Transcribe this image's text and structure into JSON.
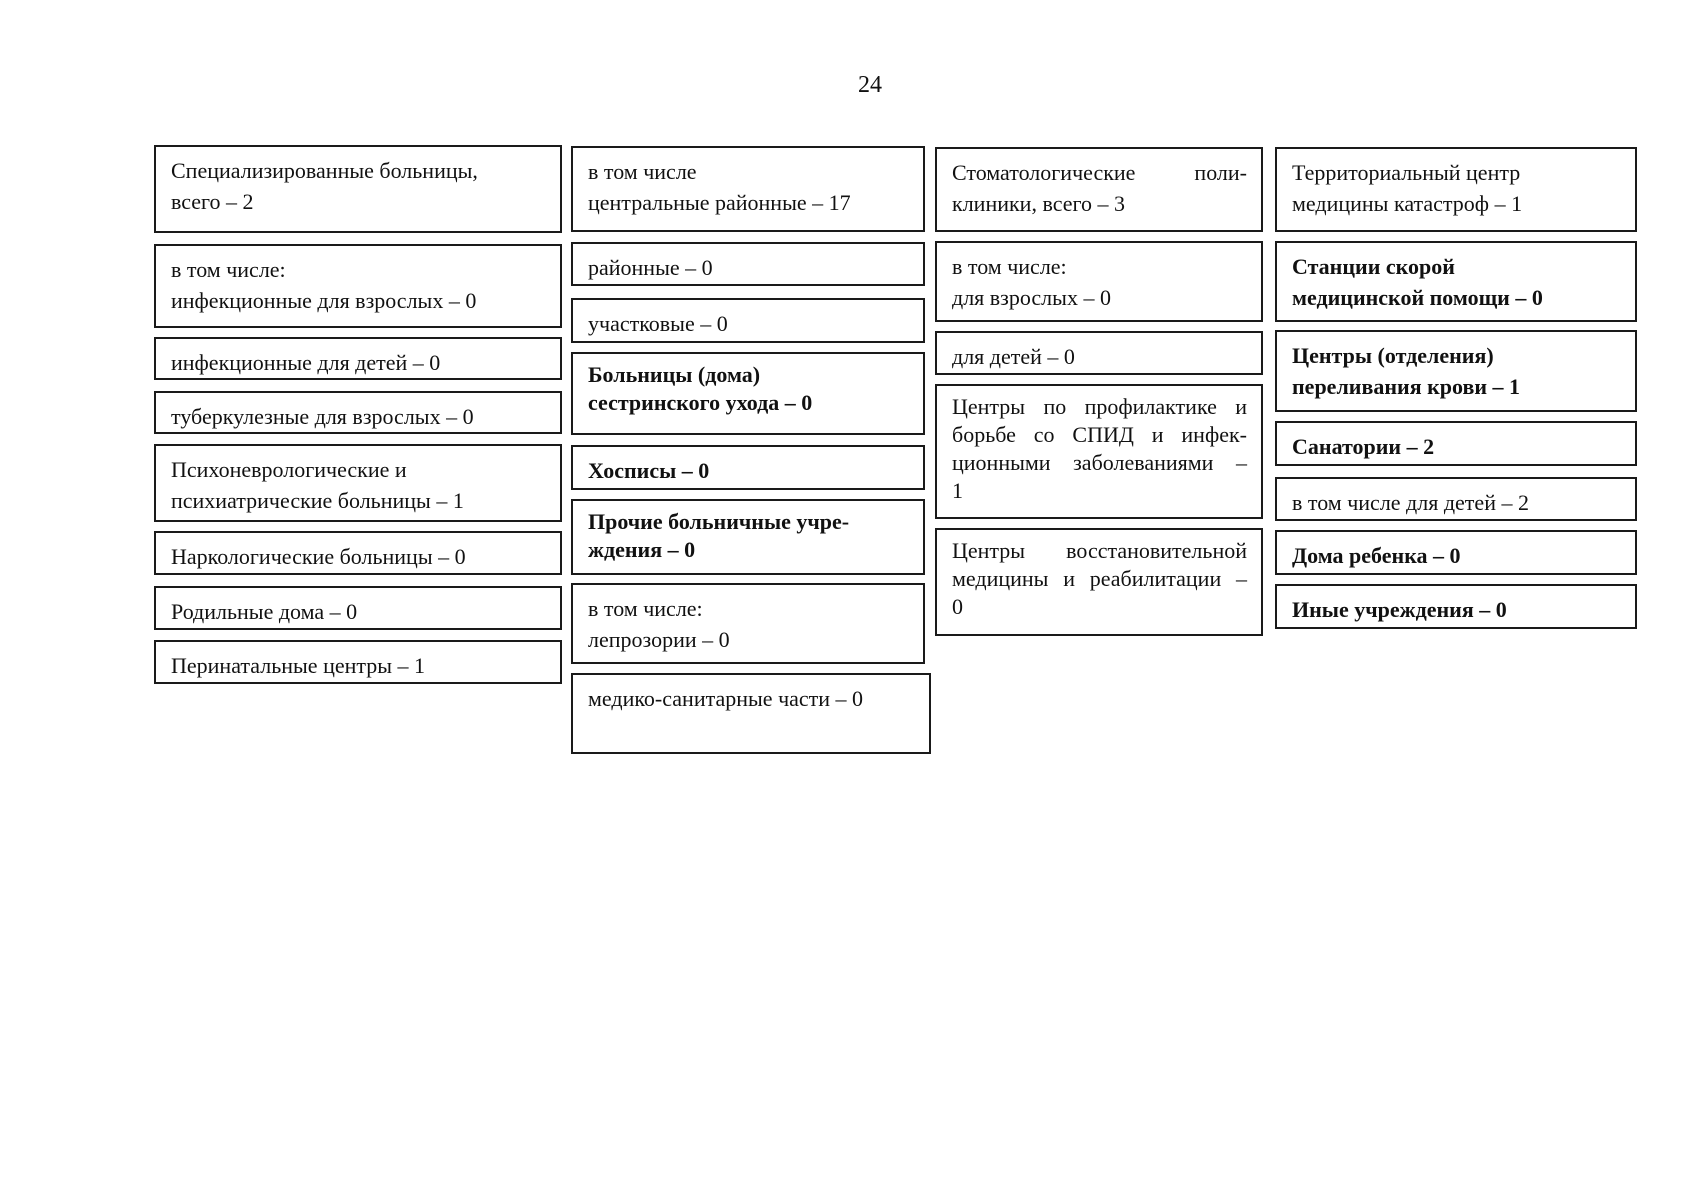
{
  "page_number": "24",
  "columns": [
    {
      "boxes": [
        {
          "lines": [
            "Специализированные больницы,",
            "всего – 2"
          ]
        },
        {
          "lines": [
            "в том числе:",
            "инфекционные для взрослых – 0"
          ]
        },
        {
          "lines": [
            "инфекционные для детей – 0"
          ]
        },
        {
          "lines": [
            "туберкулезные для взрослых – 0"
          ]
        },
        {
          "lines": [
            "Психоневрологические и",
            "психиатрические больницы – 1"
          ]
        },
        {
          "lines": [
            "Наркологические больницы – 0"
          ]
        },
        {
          "lines": [
            "Родильные дома – 0"
          ]
        },
        {
          "lines": [
            "Перинатальные центры – 1"
          ]
        }
      ]
    },
    {
      "boxes": [
        {
          "lines": [
            "в том числе",
            "центральные районные – 17"
          ]
        },
        {
          "lines": [
            "районные – 0"
          ]
        },
        {
          "lines": [
            "участковые – 0"
          ]
        },
        {
          "lines": [
            "Больницы (дома)",
            "сестринского ухода – 0"
          ]
        },
        {
          "lines": [
            "Хосписы – 0"
          ]
        },
        {
          "lines": [
            "Прочие больничные учре-",
            "ждения – 0"
          ]
        },
        {
          "lines": [
            "в том числе:",
            "лепрозории – 0"
          ]
        },
        {
          "lines": [
            "медико-санитарные части – 0"
          ]
        }
      ]
    },
    {
      "boxes": [
        {
          "lines": [
            "Стоматологические поли-",
            "клиники, всего – 3"
          ]
        },
        {
          "lines": [
            "в том числе:",
            "для взрослых – 0"
          ]
        },
        {
          "lines": [
            "для детей – 0"
          ]
        },
        {
          "lines": [
            "Центры по профилактике и",
            "борьбе со СПИД и инфек-",
            "ционными заболеваниями –",
            "1"
          ]
        },
        {
          "lines": [
            "Центры восстановительной",
            "медицины и реабилитации –",
            "0"
          ]
        }
      ]
    },
    {
      "boxes": [
        {
          "lines": [
            "Территориальный центр",
            "медицины катастроф – 1"
          ]
        },
        {
          "lines": [
            "Станции скорой",
            "медицинской помощи – 0"
          ]
        },
        {
          "lines": [
            "Центры (отделения)",
            "переливания крови – 1"
          ]
        },
        {
          "lines": [
            "Санатории – 2"
          ]
        },
        {
          "lines": [
            "в том числе для детей – 2"
          ]
        },
        {
          "lines": [
            "Дома ребенка – 0"
          ]
        },
        {
          "lines": [
            "Иные учреждения – 0"
          ]
        }
      ]
    }
  ]
}
